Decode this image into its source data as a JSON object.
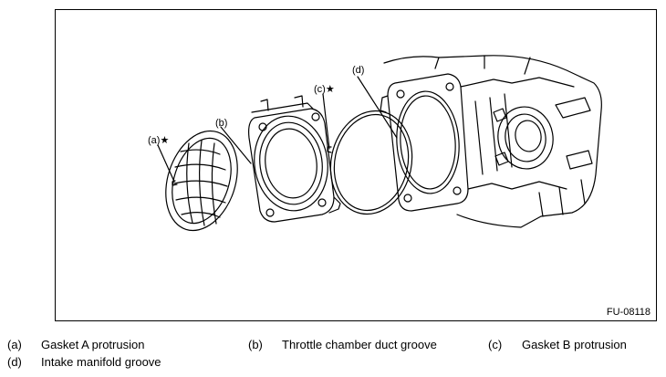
{
  "figure": {
    "id": "FU-08118",
    "callouts": {
      "a": "(a)",
      "b": "(b)",
      "c": "(c)",
      "d": "(d)"
    },
    "star": "★"
  },
  "legend": {
    "items": [
      {
        "key": "(a)",
        "text": "Gasket A protrusion"
      },
      {
        "key": "(b)",
        "text": "Throttle chamber duct groove"
      },
      {
        "key": "(c)",
        "text": "Gasket B protrusion"
      },
      {
        "key": "(d)",
        "text": "Intake manifold groove"
      }
    ]
  }
}
